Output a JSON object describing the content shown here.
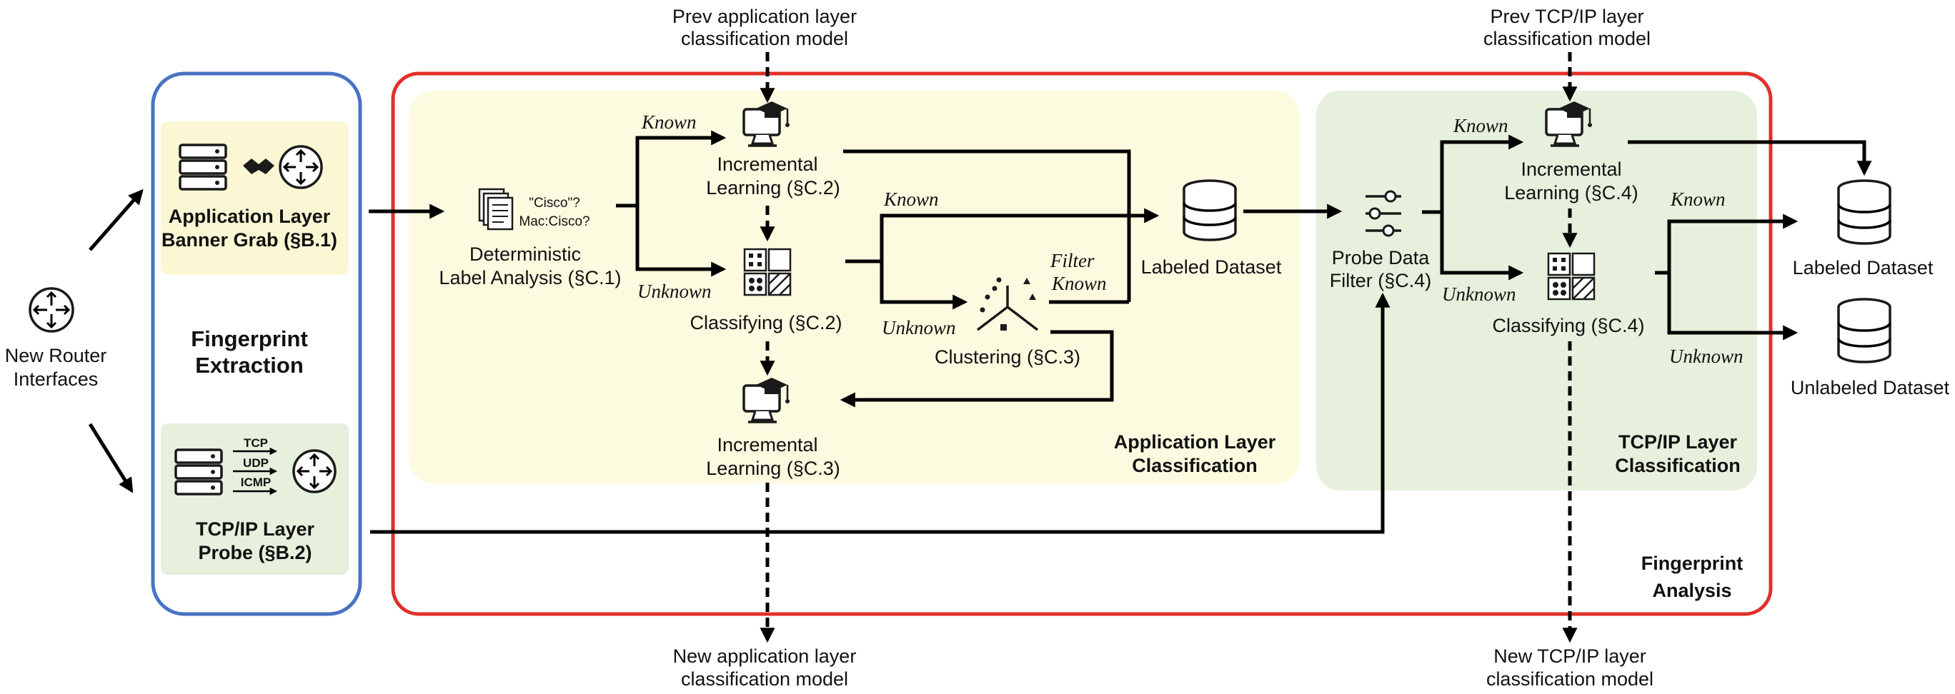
{
  "extraction": {
    "title_line1": "Fingerprint",
    "title_line2": "Extraction",
    "banner_line1": "Application Layer",
    "banner_line2": "Banner Grab (§B.1)",
    "probe_line1": "TCP/IP Layer",
    "probe_line2": "Probe (§B.2)",
    "proto_tcp": "TCP",
    "proto_udp": "UDP",
    "proto_icmp": "ICMP"
  },
  "input": {
    "line1": "New Router",
    "line2": "Interfaces"
  },
  "analysis": {
    "title_line1": "Fingerprint",
    "title_line2": "Analysis"
  },
  "app_layer": {
    "title_line1": "Application Layer",
    "title_line2": "Classification",
    "prev_model_line1": "Prev application layer",
    "prev_model_line2": "classification model",
    "new_model_line1": "New application layer",
    "new_model_line2": "classification model",
    "dla_quote1": "\"Cisco\"?",
    "dla_quote2": "Mac:Cisco?",
    "dla_line1": "Deterministic",
    "dla_line2": "Label Analysis (§C.1)",
    "inc1_line1": "Incremental",
    "inc1_line2": "Learning (§C.2)",
    "classify": "Classifying (§C.2)",
    "cluster": "Clustering (§C.3)",
    "inc2_line1": "Incremental",
    "inc2_line2": "Learning (§C.3)",
    "labeled": "Labeled Dataset",
    "known": "Known",
    "unknown": "Unknown",
    "filter_known_line1": "Filter",
    "filter_known_line2": "Known"
  },
  "tcp_layer": {
    "title_line1": "TCP/IP Layer",
    "title_line2": "Classification",
    "prev_model_line1": "Prev TCP/IP layer",
    "prev_model_line2": "classification model",
    "new_model_line1": "New TCP/IP layer",
    "new_model_line2": "classification model",
    "filter_line1": "Probe Data",
    "filter_line2": "Filter (§C.4)",
    "inc_line1": "Incremental",
    "inc_line2": "Learning (§C.4)",
    "classify": "Classifying (§C.4)",
    "labeled": "Labeled Dataset",
    "unlabeled": "Unlabeled Dataset",
    "known": "Known",
    "unknown": "Unknown"
  },
  "colors": {
    "extraction_border": "#4a72c4",
    "analysis_border": "#e03028",
    "app_bg": "#fcfbe0",
    "banner_bg": "#fbf7d4",
    "tcp_bg": "#e6f0dc"
  }
}
